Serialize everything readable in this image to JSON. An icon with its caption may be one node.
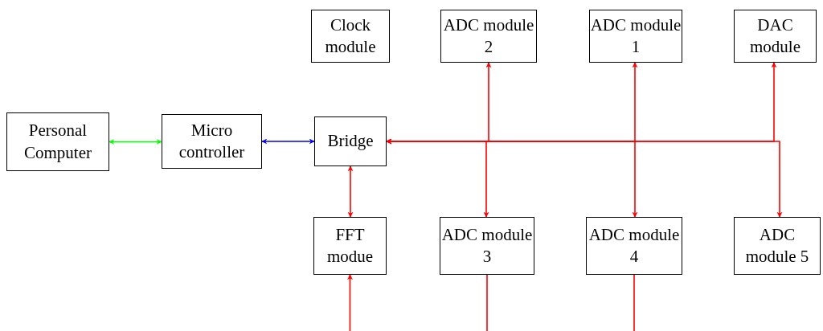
{
  "diagram": {
    "nodes": [
      {
        "text": [
          "Personal Computer"
        ]
      },
      {
        "text": [
          "Micro controller"
        ]
      },
      {
        "text": [
          "Bridge"
        ]
      },
      {
        "text": [
          "Clock module"
        ]
      },
      {
        "text": [
          "ADC module 2"
        ]
      },
      {
        "text": [
          "ADC module 1"
        ]
      },
      {
        "text": [
          "DAC module"
        ]
      },
      {
        "text": [
          "FFT modue"
        ]
      },
      {
        "text": [
          "ADC module 3"
        ]
      },
      {
        "text": [
          "ADC module 4"
        ]
      },
      {
        "text": [
          "ADC module 5"
        ]
      }
    ],
    "edges": [
      {
        "from": 0,
        "to": 1,
        "arrow": "both",
        "color": "#00ff00"
      },
      {
        "from": 1,
        "to": 2,
        "arrow": "both",
        "color": "#0000ff"
      },
      {
        "from": 2,
        "to": 4,
        "arrow": "both"
      },
      {
        "from": 2,
        "to": 8,
        "arrow": "both"
      },
      {
        "from": 2,
        "to": 5,
        "arrow": "both"
      },
      {
        "from": 2,
        "to": 9,
        "arrow": "both"
      },
      {
        "from": 2,
        "to": 6,
        "arrow": "both"
      },
      {
        "from": 2,
        "to": 10,
        "arrow": "both"
      },
      {
        "from": 2,
        "to": 7,
        "arrow": "both"
      },
      {
        "from": null,
        "to": 7,
        "arrow": "to"
      },
      {
        "from": 8,
        "to": null,
        "arrow": "none"
      },
      {
        "from": 9,
        "to": null,
        "arrow": "none"
      }
    ]
  }
}
